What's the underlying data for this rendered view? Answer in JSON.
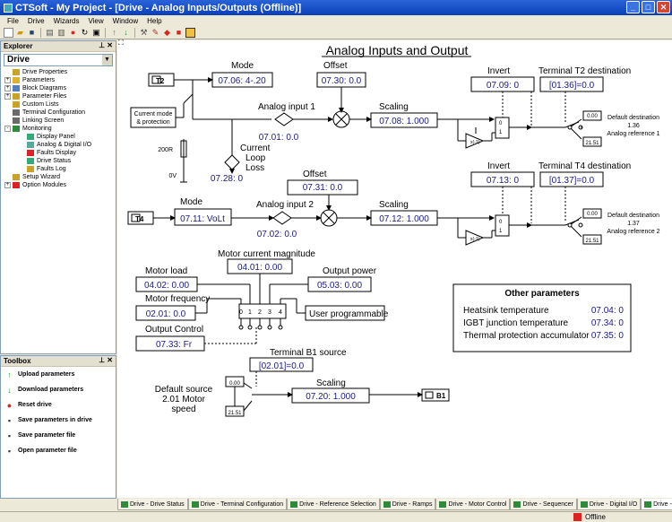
{
  "window": {
    "title": "CTSoft - My Project - [Drive - Analog Inputs/Outputs (Offline)]"
  },
  "menu": [
    "File",
    "Drive",
    "Wizards",
    "View",
    "Window",
    "Help"
  ],
  "explorer": {
    "title": "Explorer",
    "selector": "Drive",
    "tree": [
      {
        "label": "Drive Properties",
        "level": 1,
        "exp": ""
      },
      {
        "label": "Parameters",
        "level": 1,
        "exp": "+"
      },
      {
        "label": "Block Diagrams",
        "level": 1,
        "exp": "+"
      },
      {
        "label": "Parameter Files",
        "level": 1,
        "exp": "+"
      },
      {
        "label": "Custom Lists",
        "level": 1,
        "exp": ""
      },
      {
        "label": "Terminal Configuration",
        "level": 1,
        "exp": ""
      },
      {
        "label": "Linking Screen",
        "level": 1,
        "exp": ""
      },
      {
        "label": "Monitoring",
        "level": 1,
        "exp": "-"
      },
      {
        "label": "Display Panel",
        "level": 2,
        "exp": ""
      },
      {
        "label": "Analog & Digital I/O",
        "level": 2,
        "exp": ""
      },
      {
        "label": "Faults Display",
        "level": 2,
        "exp": ""
      },
      {
        "label": "Drive Status",
        "level": 2,
        "exp": ""
      },
      {
        "label": "Faults Log",
        "level": 2,
        "exp": ""
      },
      {
        "label": "Setup Wizard",
        "level": 1,
        "exp": ""
      },
      {
        "label": "Option Modules",
        "level": 1,
        "exp": "+"
      }
    ]
  },
  "toolbox": {
    "title": "Toolbox",
    "items": [
      {
        "label": "Upload parameters",
        "icon": "up-arrow-icon",
        "color": "#2a9a3a"
      },
      {
        "label": "Download parameters",
        "icon": "down-arrow-icon",
        "color": "#2a9a3a"
      },
      {
        "label": "Reset drive",
        "icon": "reset-icon",
        "color": "#d22"
      },
      {
        "label": "Save parameters in drive",
        "icon": "drive-save-icon",
        "color": "#333"
      },
      {
        "label": "Save parameter file",
        "icon": "save-file-icon",
        "color": "#333"
      },
      {
        "label": "Open parameter file",
        "icon": "open-file-icon",
        "color": "#333"
      }
    ]
  },
  "diagram": {
    "title": "Analog Inputs and Output",
    "t2_label": "T2",
    "t4_label": "T4",
    "b1_label": "B1",
    "mode_label": "Mode",
    "mode1_value": "07.06: 4-.20",
    "mode2_value": "07.11: VoLt",
    "offset_label": "Offset",
    "offset1_value": "07.30: 0.0",
    "offset2_value": "07.31: 0.0",
    "ain1_label": "Analog input 1",
    "ain1_value": "07.01: 0.0",
    "ain2_label": "Analog input 2",
    "ain2_value": "07.02: 0.0",
    "scaling_label": "Scaling",
    "scaling1_value": "07.08: 1.000",
    "scaling2_value": "07.12: 1.000",
    "invert_label": "Invert",
    "invert1_value": "07.09: 0",
    "invert2_value": "07.13: 0",
    "dest_t2_label": "Terminal T2 destination",
    "dest_t2_value": "[01.36]=0.0",
    "dest_t4_label": "Terminal T4 destination",
    "dest_t4_value": "[01.37]=0.0",
    "current_mode_label": [
      "Current mode",
      "& protection"
    ],
    "r200": "200R",
    "v0": "0V",
    "loss_label": [
      "Current",
      "Loop",
      "Loss"
    ],
    "loss_value": "07.28: 0",
    "default_dest1": [
      "Default destination",
      "1.36",
      "Analog reference 1"
    ],
    "default_dest2": [
      "Default destination",
      "1.37",
      "Analog reference 2"
    ],
    "val_000": "0.00",
    "val_2151": "21.51",
    "motor_current_label": "Motor current magnitude",
    "motor_current_value": "04.01: 0.00",
    "motor_load_label": "Motor load",
    "motor_load_value": "04.02: 0.00",
    "output_power_label": "Output power",
    "output_power_value": "05.03: 0.00",
    "motor_freq_label": "Motor frequency",
    "motor_freq_value": "02.01: 0.0",
    "user_prog_label": "User programmable",
    "output_control_label": "Output Control",
    "output_control_value": "07.33: Fr",
    "sel_nums": [
      "0",
      "1",
      "2",
      "3",
      "4"
    ],
    "b1_source_label": "Terminal B1 source",
    "b1_source_value": "[02.01]=0.0",
    "default_source": [
      "Default source",
      "2.01 Motor",
      "speed"
    ],
    "scaling3_value": "07.20: 1.000",
    "other_title": "Other parameters",
    "other": [
      {
        "label": "Heatsink temperature",
        "value": "07.04: 0"
      },
      {
        "label": "IGBT junction temperature",
        "value": "07.34: 0"
      },
      {
        "label": "Thermal protection accumulator",
        "value": "07.35: 0"
      }
    ],
    "colors": {
      "value": "#1a1a8c",
      "line": "#000"
    }
  },
  "tabs": [
    "Drive - Drive Status",
    "Drive - Terminal Configuration",
    "Drive - Reference Selection",
    "Drive - Ramps",
    "Drive - Motor Control",
    "Drive - Sequencer",
    "Drive - Digital I/O",
    "Drive - Ar"
  ],
  "status": {
    "mode": "Offline"
  }
}
